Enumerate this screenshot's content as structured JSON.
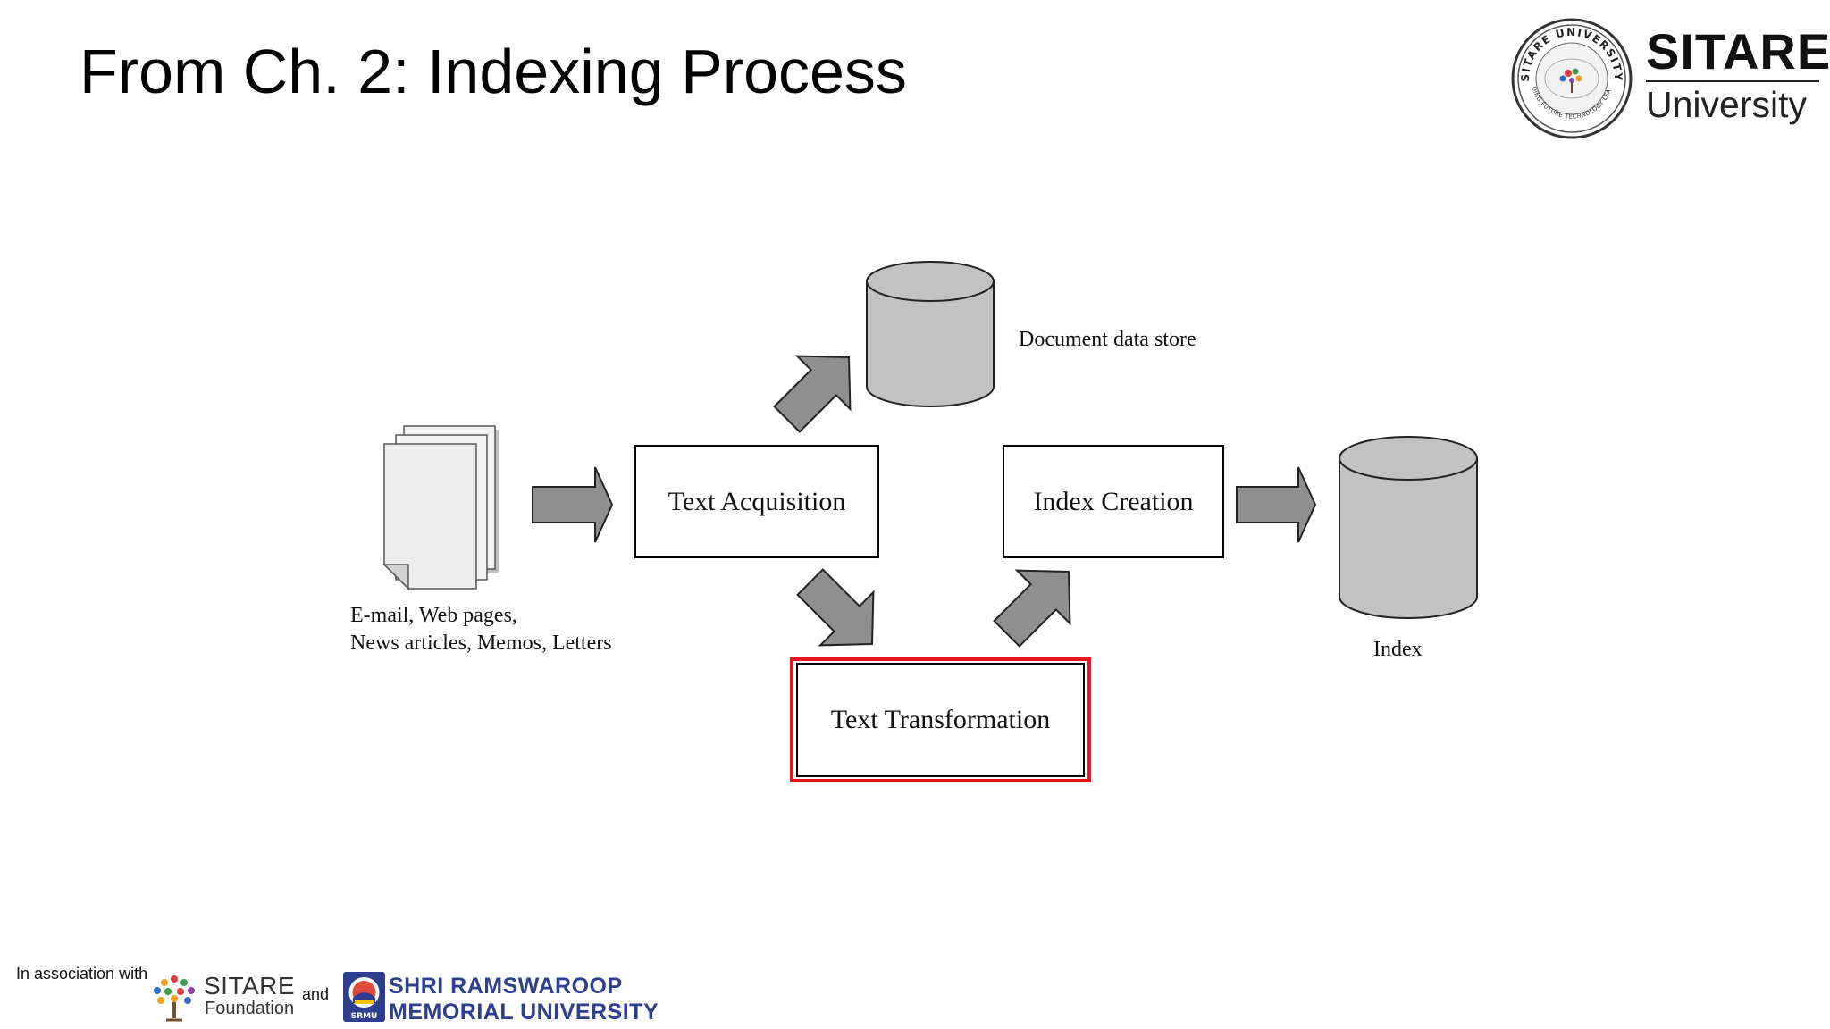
{
  "slide": {
    "title": "From Ch. 2: Indexing Process"
  },
  "brand": {
    "name": "SITARE",
    "subtitle": "University",
    "seal_text_top": "SITARE UNIVERSITY",
    "seal_text_bottom": "BUILDING FUTURE TECHNOLOGY LEADERS"
  },
  "diagram": {
    "sources_label_line1": "E-mail, Web pages,",
    "sources_label_line2": "News articles, Memos, Letters",
    "text_acquisition": "Text Acquisition",
    "index_creation": "Index Creation",
    "text_transformation": "Text Transformation",
    "document_store": "Document data store",
    "index": "Index",
    "highlighted_step": "Text Transformation",
    "colors": {
      "arrow_fill": "#8f8f8f",
      "cylinder_fill": "#c2c2c2",
      "highlight": "#e8141e"
    }
  },
  "footer": {
    "association": "In association with",
    "sitare_foundation_name": "SITARE",
    "sitare_foundation_sub": "Foundation",
    "and": "and",
    "srmu_line1": "SHRI RAMSWAROOP",
    "srmu_line2": "MEMORIAL UNIVERSITY",
    "srmu_abbrev": "SRMU"
  }
}
